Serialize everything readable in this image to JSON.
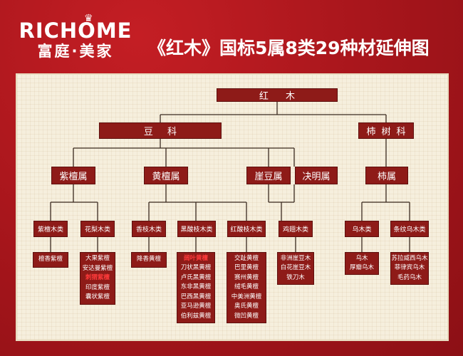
{
  "brand": {
    "logo": "RICHOME",
    "tagline": "富庭·美家"
  },
  "title": "《红木》国标5属8类29种材延伸图",
  "tree": {
    "root": "红 木",
    "families": [
      "豆 科",
      "柿树科"
    ],
    "genera": [
      "紫檀属",
      "黄檀属",
      "崖豆属",
      "决明属",
      "柿属"
    ],
    "classes": [
      "紫檀木类",
      "花梨木类",
      "香枝木类",
      "黑酸枝木类",
      "红酸枝木类",
      "鸡翅木类",
      "乌木类",
      "条纹乌木类"
    ],
    "species": [
      {
        "items": [
          "檀香紫檀"
        ],
        "highlight": []
      },
      {
        "items": [
          "大果紫檀",
          "安达曼紫檀",
          "刺猬紫檀",
          "印度紫檀",
          "囊状紫檀"
        ],
        "highlight": [
          2
        ]
      },
      {
        "items": [
          "降香黄檀"
        ],
        "highlight": []
      },
      {
        "items": [
          "阔叶黄檀",
          "刀状黑黄檀",
          "卢氏黑黄檀",
          "东非黑黄檀",
          "巴西黑黄檀",
          "亚马逊黄檀",
          "伯利兹黄檀"
        ],
        "highlight": [
          0
        ]
      },
      {
        "items": [
          "交趾黄檀",
          "巴里黄檀",
          "赛州黄檀",
          "绒毛黄檀",
          "中美洲黄檀",
          "奥氏黄檀",
          "微凹黄檀"
        ],
        "highlight": []
      },
      {
        "items": [
          "非洲崖豆木",
          "白花崖豆木",
          "铁刀木"
        ],
        "highlight": []
      },
      {
        "items": [
          "乌木",
          "厚瓣乌木"
        ],
        "highlight": []
      },
      {
        "items": [
          "苏拉威西乌木",
          "菲律宾乌木",
          "毛药乌木"
        ],
        "highlight": []
      }
    ]
  },
  "colors": {
    "background": "#a8151b",
    "panel": "#f6efdd",
    "box": "#8e1b18",
    "line": "#3a2a20",
    "highlight": "#ff3b3b"
  }
}
